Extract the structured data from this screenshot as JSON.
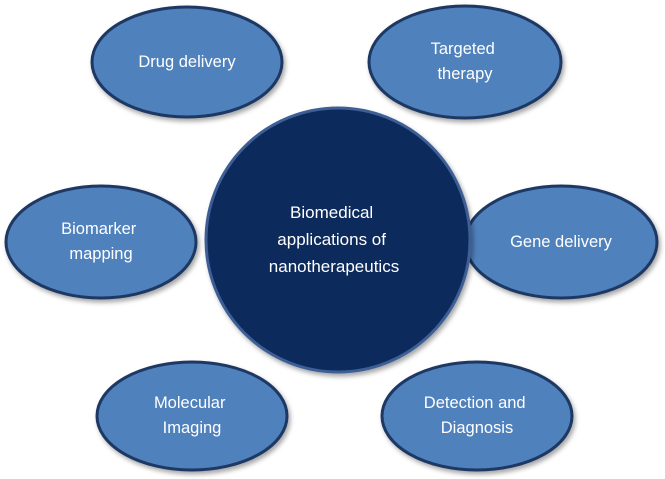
{
  "diagram": {
    "center": {
      "lines": [
        "Biomedical",
        "applications of",
        "nanotherapeutics"
      ]
    },
    "nodes": [
      {
        "id": "drug-delivery",
        "lines": [
          "Drug delivery"
        ]
      },
      {
        "id": "targeted-therapy",
        "lines": [
          "Targeted",
          "therapy"
        ]
      },
      {
        "id": "biomarker-mapping",
        "lines": [
          "Biomarker",
          "mapping"
        ]
      },
      {
        "id": "gene-delivery",
        "lines": [
          "Gene delivery"
        ]
      },
      {
        "id": "molecular-imaging",
        "lines": [
          "Molecular",
          "Imaging"
        ]
      },
      {
        "id": "detection-and-diagnosis",
        "lines": [
          "Detection and",
          "Diagnosis"
        ]
      }
    ],
    "colors": {
      "satellite_fill": "#4f81bd",
      "satellite_stroke": "#1f3864",
      "center_fill": "#0d2a5c",
      "center_stroke": "#3e5f95",
      "text": "#ffffff"
    }
  }
}
